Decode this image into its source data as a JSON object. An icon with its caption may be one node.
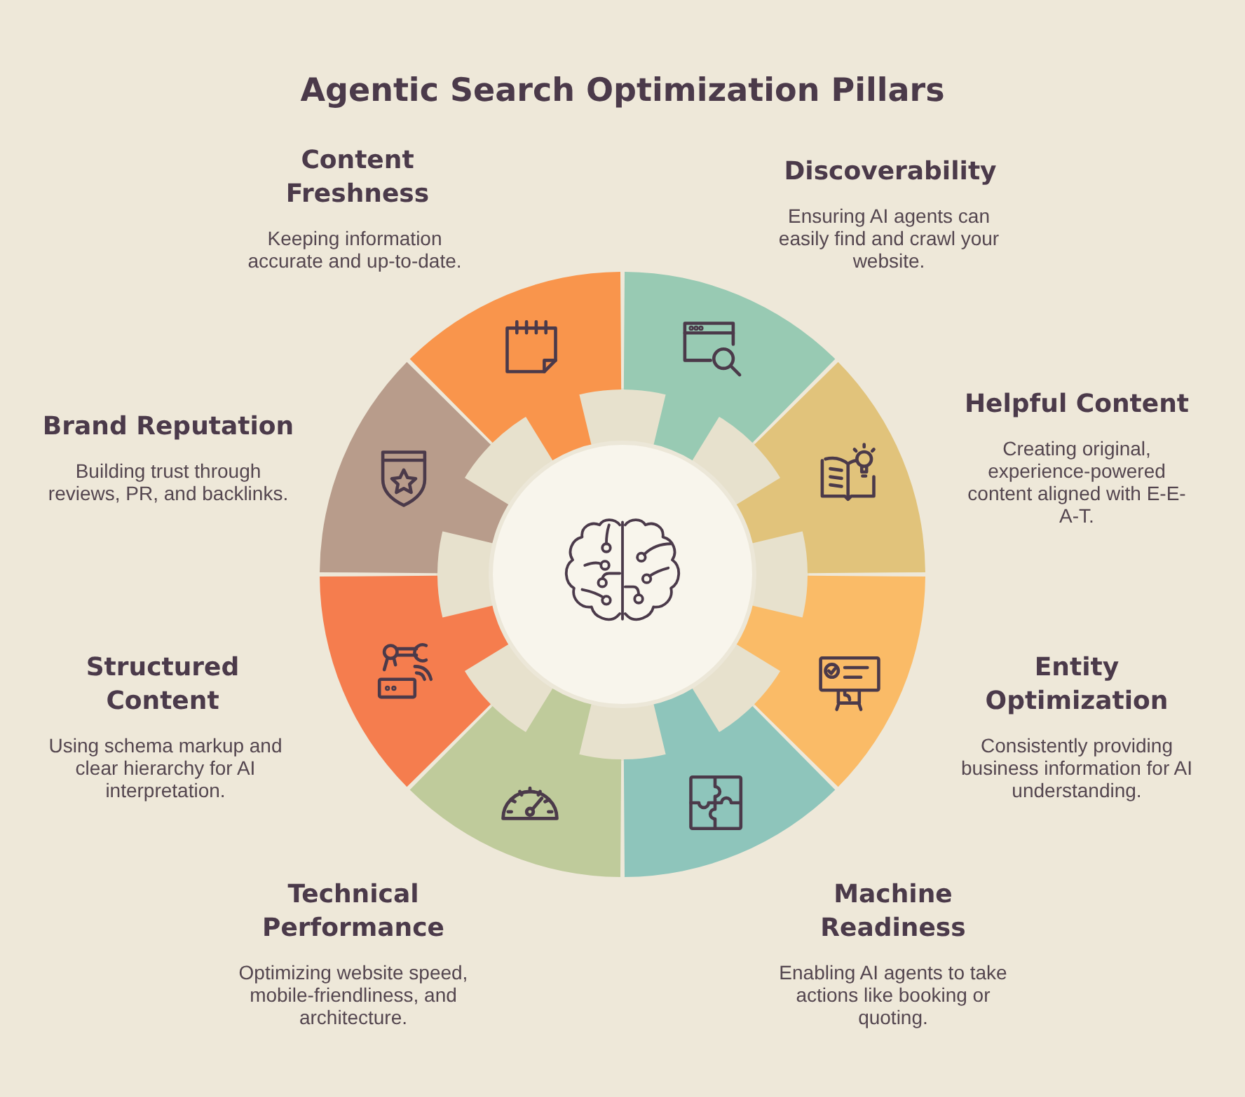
{
  "diagram": {
    "title": "Agentic Search Optimization Pillars",
    "labels": [
      "Content Freshness",
      "Keeping information accurate and up-to-date.",
      "Discoverability",
      "Ensuring AI agents can easily find and crawl your website.",
      "Brand Reputation",
      "Building trust through reviews, PR, and backlinks.",
      "Helpful Content",
      "Creating original, experience-powered content aligned with E-E-A-T.",
      "Structured Content",
      "Using schema markup and clear hierarchy for AI interpretation.",
      "Entity Optimization",
      "Consistently providing business information for AI understanding.",
      "Technical Performance",
      "Optimizing website speed, mobile-friendliness, and architecture.",
      "Machine Readiness",
      "Enabling AI agents to take actions like booking or quoting."
    ]
  }
}
